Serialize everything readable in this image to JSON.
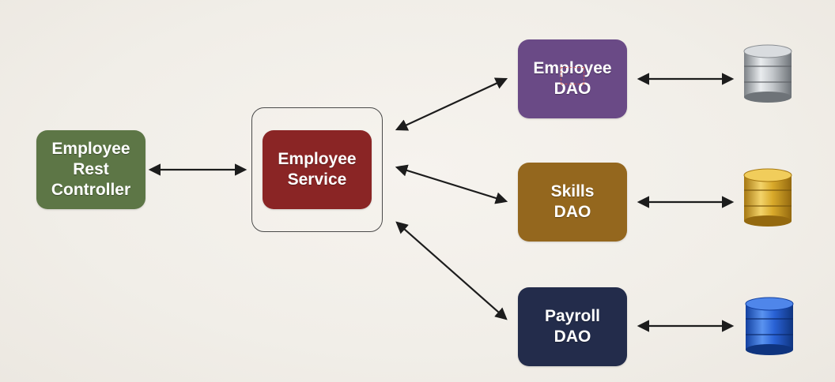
{
  "nodes": {
    "controller": {
      "label": "Employee\nRest\nController",
      "color": "#5d7646"
    },
    "service": {
      "label": "Employee\nService",
      "color": "#8a2525"
    },
    "employee_dao": {
      "label": "Employee\nDAO",
      "color": "#6a4a86"
    },
    "skills_dao": {
      "label": "Skills\nDAO",
      "color": "#94671e"
    },
    "payroll_dao": {
      "label": "Payroll\nDAO",
      "color": "#232c4b"
    }
  },
  "databases": {
    "employee_db": {
      "icon": "database-cylinder-icon",
      "color": "#9ea3a8"
    },
    "skills_db": {
      "icon": "database-cylinder-icon",
      "color": "#d9aa2b"
    },
    "payroll_db": {
      "icon": "database-cylinder-icon",
      "color": "#2a63d6"
    }
  },
  "edges": [
    {
      "from": "controller",
      "to": "service",
      "type": "bidirectional-arrow"
    },
    {
      "from": "service",
      "to": "employee_dao",
      "type": "bidirectional-arrow"
    },
    {
      "from": "service",
      "to": "skills_dao",
      "type": "bidirectional-arrow"
    },
    {
      "from": "service",
      "to": "payroll_dao",
      "type": "bidirectional-arrow"
    },
    {
      "from": "employee_dao",
      "to": "employee_db",
      "type": "bidirectional-arrow"
    },
    {
      "from": "skills_dao",
      "to": "skills_db",
      "type": "bidirectional-arrow"
    },
    {
      "from": "payroll_dao",
      "to": "payroll_db",
      "type": "bidirectional-arrow"
    }
  ]
}
